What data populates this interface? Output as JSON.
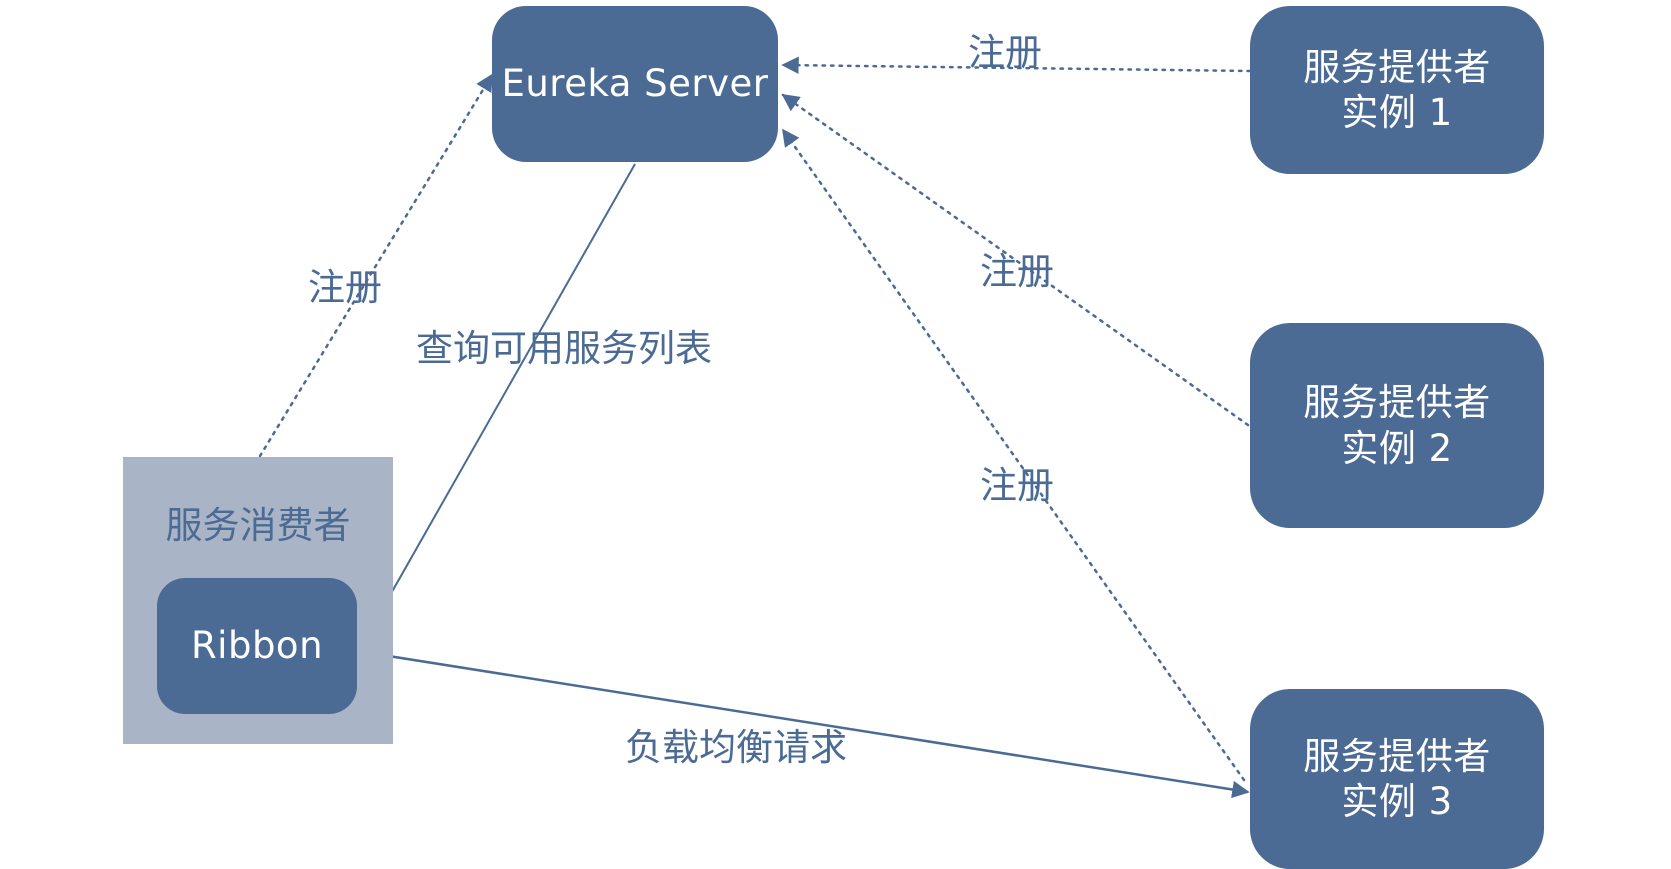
{
  "diagram": {
    "eureka_server": {
      "label": "Eureka Server"
    },
    "providers": [
      {
        "label": "服务提供者\n实例 1"
      },
      {
        "label": "服务提供者\n实例 2"
      },
      {
        "label": "服务提供者\n实例 3"
      }
    ],
    "consumer": {
      "title": "服务消费者",
      "ribbon": "Ribbon"
    },
    "edge_labels": {
      "register_provider_1": "注册",
      "register_provider_2": "注册",
      "register_provider_3": "注册",
      "register_consumer": "注册",
      "query_service_list": "查询可用服务列表",
      "load_balanced_request": "负载均衡请求"
    },
    "colors": {
      "node_fill": "#4b6b94",
      "consumer_fill": "#aab4c7",
      "connector": "#4b6b94",
      "text_on_node": "#ffffff"
    }
  }
}
